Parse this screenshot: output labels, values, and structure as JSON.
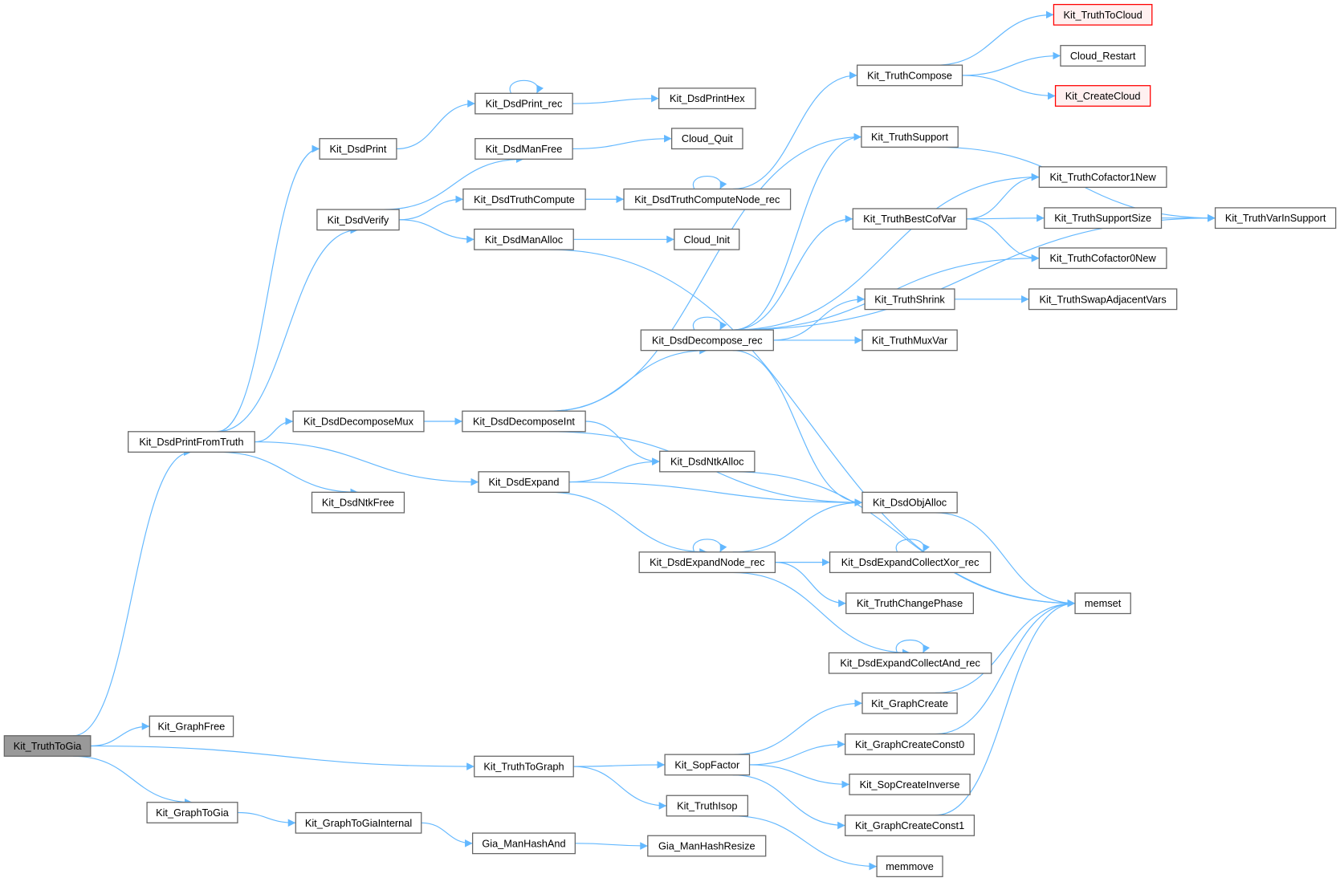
{
  "colors": {
    "edge": "#63b8ff",
    "root_fill": "#999999",
    "red_border": "#ff0000",
    "node_border": "#666666"
  },
  "nodes": [
    {
      "id": "Kit_TruthToGia",
      "label": "Kit_TruthToGia",
      "style": "root"
    },
    {
      "id": "Kit_DsdPrintFromTruth",
      "label": "Kit_DsdPrintFromTruth"
    },
    {
      "id": "Kit_GraphFree",
      "label": "Kit_GraphFree"
    },
    {
      "id": "Kit_GraphToGia",
      "label": "Kit_GraphToGia"
    },
    {
      "id": "Kit_DsdPrint",
      "label": "Kit_DsdPrint"
    },
    {
      "id": "Kit_DsdVerify",
      "label": "Kit_DsdVerify"
    },
    {
      "id": "Kit_DsdDecomposeMux",
      "label": "Kit_DsdDecomposeMux"
    },
    {
      "id": "Kit_DsdNtkFree",
      "label": "Kit_DsdNtkFree"
    },
    {
      "id": "Kit_GraphToGiaInternal",
      "label": "Kit_GraphToGiaInternal"
    },
    {
      "id": "Kit_DsdPrint_rec",
      "label": "Kit_DsdPrint_rec"
    },
    {
      "id": "Kit_DsdManFree",
      "label": "Kit_DsdManFree"
    },
    {
      "id": "Kit_DsdTruthCompute",
      "label": "Kit_DsdTruthCompute"
    },
    {
      "id": "Kit_DsdManAlloc",
      "label": "Kit_DsdManAlloc"
    },
    {
      "id": "Kit_DsdDecomposeInt",
      "label": "Kit_DsdDecomposeInt"
    },
    {
      "id": "Kit_DsdExpand",
      "label": "Kit_DsdExpand"
    },
    {
      "id": "Kit_TruthToGraph",
      "label": "Kit_TruthToGraph"
    },
    {
      "id": "Gia_ManHashAnd",
      "label": "Gia_ManHashAnd"
    },
    {
      "id": "Kit_DsdPrintHex",
      "label": "Kit_DsdPrintHex"
    },
    {
      "id": "Cloud_Quit",
      "label": "Cloud_Quit"
    },
    {
      "id": "Kit_DsdTruthComputeNode_rec",
      "label": "Kit_DsdTruthComputeNode_rec"
    },
    {
      "id": "Cloud_Init",
      "label": "Cloud_Init"
    },
    {
      "id": "Kit_DsdDecompose_rec",
      "label": "Kit_DsdDecompose_rec"
    },
    {
      "id": "Kit_DsdNtkAlloc",
      "label": "Kit_DsdNtkAlloc"
    },
    {
      "id": "Kit_DsdExpandNode_rec",
      "label": "Kit_DsdExpandNode_rec"
    },
    {
      "id": "Kit_SopFactor",
      "label": "Kit_SopFactor"
    },
    {
      "id": "Kit_TruthIsop",
      "label": "Kit_TruthIsop"
    },
    {
      "id": "Gia_ManHashResize",
      "label": "Gia_ManHashResize"
    },
    {
      "id": "Kit_TruthCompose",
      "label": "Kit_TruthCompose"
    },
    {
      "id": "Kit_TruthSupport",
      "label": "Kit_TruthSupport"
    },
    {
      "id": "Kit_TruthBestCofVar",
      "label": "Kit_TruthBestCofVar"
    },
    {
      "id": "Kit_TruthShrink",
      "label": "Kit_TruthShrink"
    },
    {
      "id": "Kit_TruthMuxVar",
      "label": "Kit_TruthMuxVar"
    },
    {
      "id": "Kit_DsdObjAlloc",
      "label": "Kit_DsdObjAlloc"
    },
    {
      "id": "Kit_DsdExpandCollectXor_rec",
      "label": "Kit_DsdExpandCollectXor_rec"
    },
    {
      "id": "Kit_TruthChangePhase",
      "label": "Kit_TruthChangePhase"
    },
    {
      "id": "Kit_DsdExpandCollectAnd_rec",
      "label": "Kit_DsdExpandCollectAnd_rec"
    },
    {
      "id": "Kit_GraphCreate",
      "label": "Kit_GraphCreate"
    },
    {
      "id": "Kit_GraphCreateConst0",
      "label": "Kit_GraphCreateConst0"
    },
    {
      "id": "Kit_SopCreateInverse",
      "label": "Kit_SopCreateInverse"
    },
    {
      "id": "Kit_GraphCreateConst1",
      "label": "Kit_GraphCreateConst1"
    },
    {
      "id": "memmove",
      "label": "memmove"
    },
    {
      "id": "Kit_TruthToCloud",
      "label": "Kit_TruthToCloud",
      "style": "red"
    },
    {
      "id": "Cloud_Restart",
      "label": "Cloud_Restart"
    },
    {
      "id": "Kit_CreateCloud",
      "label": "Kit_CreateCloud",
      "style": "red"
    },
    {
      "id": "Kit_TruthCofactor1New",
      "label": "Kit_TruthCofactor1New"
    },
    {
      "id": "Kit_TruthSupportSize",
      "label": "Kit_TruthSupportSize"
    },
    {
      "id": "Kit_TruthCofactor0New",
      "label": "Kit_TruthCofactor0New"
    },
    {
      "id": "Kit_TruthSwapAdjacentVars",
      "label": "Kit_TruthSwapAdjacentVars"
    },
    {
      "id": "memset",
      "label": "memset"
    },
    {
      "id": "Kit_TruthVarInSupport",
      "label": "Kit_TruthVarInSupport"
    }
  ],
  "edges": [
    [
      "Kit_TruthToGia",
      "Kit_DsdPrintFromTruth"
    ],
    [
      "Kit_TruthToGia",
      "Kit_GraphFree"
    ],
    [
      "Kit_TruthToGia",
      "Kit_TruthToGraph"
    ],
    [
      "Kit_TruthToGia",
      "Kit_GraphToGia"
    ],
    [
      "Kit_DsdPrintFromTruth",
      "Kit_DsdPrint"
    ],
    [
      "Kit_DsdPrintFromTruth",
      "Kit_DsdVerify"
    ],
    [
      "Kit_DsdPrintFromTruth",
      "Kit_DsdDecomposeMux"
    ],
    [
      "Kit_DsdPrintFromTruth",
      "Kit_DsdExpand"
    ],
    [
      "Kit_DsdPrintFromTruth",
      "Kit_DsdNtkFree"
    ],
    [
      "Kit_DsdPrint",
      "Kit_DsdPrint_rec"
    ],
    [
      "Kit_DsdPrint_rec",
      "Kit_DsdPrintHex"
    ],
    [
      "Kit_DsdPrint_rec",
      "Kit_DsdPrint_rec"
    ],
    [
      "Kit_DsdVerify",
      "Kit_DsdManFree"
    ],
    [
      "Kit_DsdVerify",
      "Kit_DsdTruthCompute"
    ],
    [
      "Kit_DsdVerify",
      "Kit_DsdManAlloc"
    ],
    [
      "Kit_DsdManFree",
      "Cloud_Quit"
    ],
    [
      "Kit_DsdTruthCompute",
      "Kit_DsdTruthComputeNode_rec"
    ],
    [
      "Kit_DsdTruthComputeNode_rec",
      "Kit_TruthCompose"
    ],
    [
      "Kit_DsdTruthComputeNode_rec",
      "Kit_DsdTruthComputeNode_rec"
    ],
    [
      "Kit_TruthCompose",
      "Kit_TruthToCloud"
    ],
    [
      "Kit_TruthCompose",
      "Cloud_Restart"
    ],
    [
      "Kit_TruthCompose",
      "Kit_CreateCloud"
    ],
    [
      "Kit_DsdManAlloc",
      "Cloud_Init"
    ],
    [
      "Kit_DsdManAlloc",
      "memset"
    ],
    [
      "Kit_DsdDecomposeMux",
      "Kit_DsdDecomposeInt"
    ],
    [
      "Kit_DsdDecomposeInt",
      "Kit_DsdDecompose_rec"
    ],
    [
      "Kit_DsdDecomposeInt",
      "Kit_DsdNtkAlloc"
    ],
    [
      "Kit_DsdDecomposeInt",
      "Kit_DsdObjAlloc"
    ],
    [
      "Kit_DsdDecomposeInt",
      "Kit_TruthSupport"
    ],
    [
      "Kit_DsdDecompose_rec",
      "Kit_DsdDecompose_rec"
    ],
    [
      "Kit_DsdDecompose_rec",
      "Kit_TruthSupport"
    ],
    [
      "Kit_DsdDecompose_rec",
      "Kit_TruthCofactor1New"
    ],
    [
      "Kit_DsdDecompose_rec",
      "Kit_TruthBestCofVar"
    ],
    [
      "Kit_DsdDecompose_rec",
      "Kit_TruthCofactor0New"
    ],
    [
      "Kit_DsdDecompose_rec",
      "Kit_TruthShrink"
    ],
    [
      "Kit_DsdDecompose_rec",
      "Kit_TruthMuxVar"
    ],
    [
      "Kit_DsdDecompose_rec",
      "Kit_DsdObjAlloc"
    ],
    [
      "Kit_DsdDecompose_rec",
      "Kit_TruthVarInSupport"
    ],
    [
      "Kit_TruthSupport",
      "Kit_TruthVarInSupport"
    ],
    [
      "Kit_TruthBestCofVar",
      "Kit_TruthCofactor1New"
    ],
    [
      "Kit_TruthBestCofVar",
      "Kit_TruthSupportSize"
    ],
    [
      "Kit_TruthBestCofVar",
      "Kit_TruthCofactor0New"
    ],
    [
      "Kit_TruthSupportSize",
      "Kit_TruthVarInSupport"
    ],
    [
      "Kit_TruthShrink",
      "Kit_TruthSwapAdjacentVars"
    ],
    [
      "Kit_DsdNtkAlloc",
      "memset"
    ],
    [
      "Kit_DsdExpand",
      "Kit_DsdNtkAlloc"
    ],
    [
      "Kit_DsdExpand",
      "Kit_DsdObjAlloc"
    ],
    [
      "Kit_DsdExpand",
      "Kit_DsdExpandNode_rec"
    ],
    [
      "Kit_DsdExpandNode_rec",
      "Kit_DsdExpandNode_rec"
    ],
    [
      "Kit_DsdExpandNode_rec",
      "Kit_DsdObjAlloc"
    ],
    [
      "Kit_DsdExpandNode_rec",
      "Kit_DsdExpandCollectXor_rec"
    ],
    [
      "Kit_DsdExpandNode_rec",
      "Kit_TruthChangePhase"
    ],
    [
      "Kit_DsdExpandNode_rec",
      "Kit_DsdExpandCollectAnd_rec"
    ],
    [
      "Kit_DsdExpandCollectXor_rec",
      "Kit_DsdExpandCollectXor_rec"
    ],
    [
      "Kit_DsdExpandCollectAnd_rec",
      "Kit_DsdExpandCollectAnd_rec"
    ],
    [
      "Kit_DsdObjAlloc",
      "memset"
    ],
    [
      "Kit_TruthToGraph",
      "Kit_SopFactor"
    ],
    [
      "Kit_TruthToGraph",
      "Kit_TruthIsop"
    ],
    [
      "Kit_SopFactor",
      "Kit_GraphCreate"
    ],
    [
      "Kit_SopFactor",
      "Kit_GraphCreateConst0"
    ],
    [
      "Kit_SopFactor",
      "Kit_SopCreateInverse"
    ],
    [
      "Kit_SopFactor",
      "Kit_GraphCreateConst1"
    ],
    [
      "Kit_GraphCreate",
      "memset"
    ],
    [
      "Kit_GraphCreateConst0",
      "memset"
    ],
    [
      "Kit_GraphCreateConst1",
      "memset"
    ],
    [
      "Kit_TruthIsop",
      "memmove"
    ],
    [
      "Kit_GraphToGia",
      "Kit_GraphToGiaInternal"
    ],
    [
      "Kit_GraphToGiaInternal",
      "Gia_ManHashAnd"
    ],
    [
      "Gia_ManHashAnd",
      "Gia_ManHashResize"
    ]
  ]
}
